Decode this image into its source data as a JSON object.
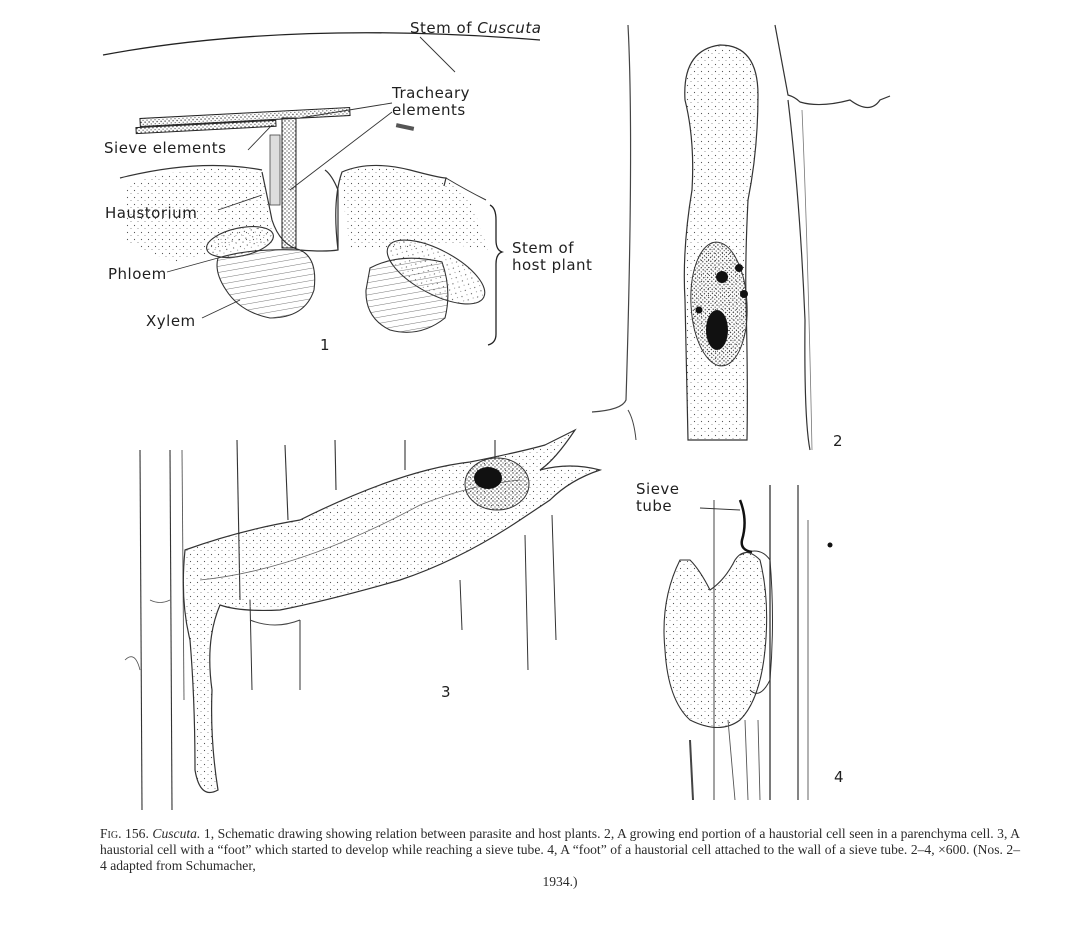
{
  "fig1": {
    "number": "1",
    "stem_of": "Stem of",
    "cuscuta": "Cuscuta",
    "tracheary_line1": "Tracheary",
    "tracheary_line2": "elements",
    "sieve_elements": "Sieve elements",
    "haustorium": "Haustorium",
    "phloem": "Phloem",
    "xylem": "Xylem",
    "host_line1": "Stem of",
    "host_line2": "host plant"
  },
  "fig2": {
    "number": "2"
  },
  "fig3": {
    "number": "3"
  },
  "fig4": {
    "number": "4",
    "sieve_line1": "Sieve",
    "sieve_line2": "tube"
  },
  "caption": {
    "fig_label": "Fig. 156.",
    "genus": "Cuscuta.",
    "body": " 1, Schematic drawing showing relation between parasite and host plants. 2, A growing end portion of a haustorial cell seen in a parenchyma cell. 3, A haustorial cell with a “foot” which started to develop while reaching a sieve tube. 4, A “foot” of a haustorial cell attached to the wall of a sieve tube. 2–4, ×600. (Nos. 2–4 adapted from Schumacher,",
    "last_line": "1934.)"
  }
}
